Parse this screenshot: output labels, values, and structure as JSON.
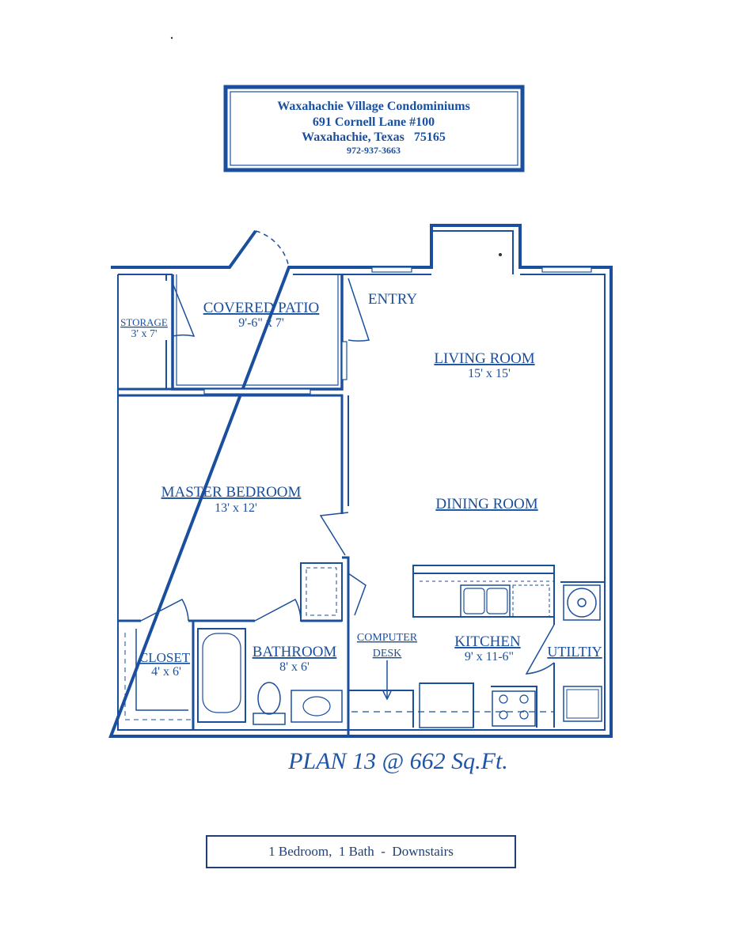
{
  "header": {
    "name": "Waxahachie Village Condominiums",
    "street": "691 Cornell Lane #100",
    "city": "Waxahachie, Texas   75165",
    "phone": "972-937-3663"
  },
  "rooms": {
    "storage": {
      "name": "STORAGE",
      "dims": "3' x 7'"
    },
    "patio": {
      "name": "COVERED PATIO",
      "dims": "9'-6\" x 7'"
    },
    "entry": {
      "name": "ENTRY"
    },
    "living": {
      "name": "LIVING ROOM",
      "dims": "15' x 15'"
    },
    "master": {
      "name": "MASTER BEDROOM",
      "dims": "13' x 12'"
    },
    "dining": {
      "name": "DINING ROOM"
    },
    "closet": {
      "name": "CLOSET",
      "dims": "4' x 6'"
    },
    "bathroom": {
      "name": "BATHROOM",
      "dims": "8' x 6'"
    },
    "desk": {
      "line1": "COMPUTER",
      "line2": "DESK"
    },
    "kitchen": {
      "name": "KITCHEN",
      "dims": "9' x 11-6\""
    },
    "utility": {
      "name": "UTILTIY"
    }
  },
  "plan_title": "PLAN 13 @ 662 Sq.Ft.",
  "summary": "1 Bedroom,  1 Bath  -  Downstairs",
  "colors": {
    "wall": "#1a4f9e",
    "text": "#1a4f9e"
  }
}
